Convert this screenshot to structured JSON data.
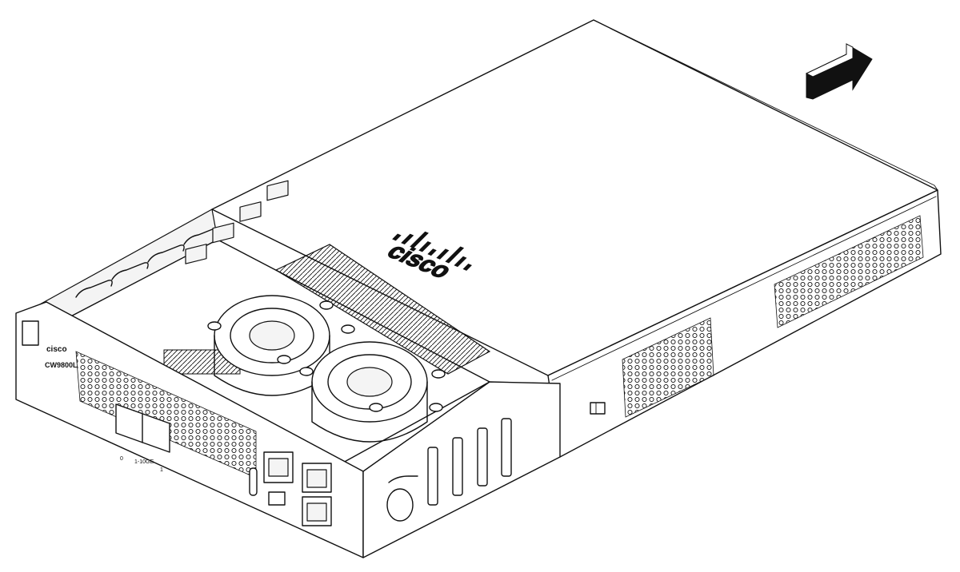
{
  "figure": {
    "device_brand": "cisco",
    "front_logo_text": "cisco",
    "front_model_text": "CW9800L",
    "sfp_label": "1-10GE",
    "port_numbers": [
      "0",
      "1"
    ]
  },
  "colors": {
    "line": "#111111",
    "background": "#ffffff",
    "arrow": "#111111"
  },
  "icons": {
    "direction_arrow": "arrow-right-icon",
    "brand_mark": "cisco-logo-icon",
    "fan": "fan-icon"
  }
}
